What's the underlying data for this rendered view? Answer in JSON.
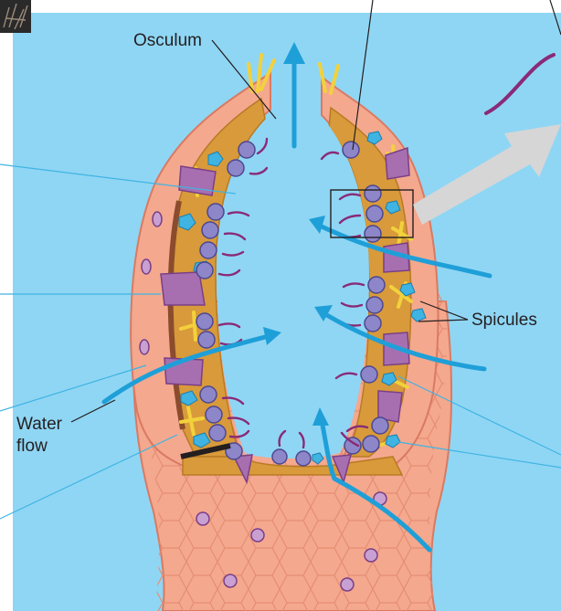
{
  "labels": {
    "osculum": "Osculum",
    "spicules": "Spicules",
    "water_flow_line1": "Water",
    "water_flow_line2": "flow"
  },
  "colors": {
    "background": "#8fd6f4",
    "outer_skin": "#f4a88e",
    "mesohyl": "#d89a3a",
    "choanocyte": "#8d86c9",
    "flagellum": "#8a2a78",
    "amoebocyte": "#3fb4e3",
    "spicule": "#f2d13c",
    "pore_cell": "#a86fb0",
    "water_arrow": "#1f9fd8",
    "callout_arrow": "#d6d6d6",
    "leader_line": "#231f20"
  }
}
